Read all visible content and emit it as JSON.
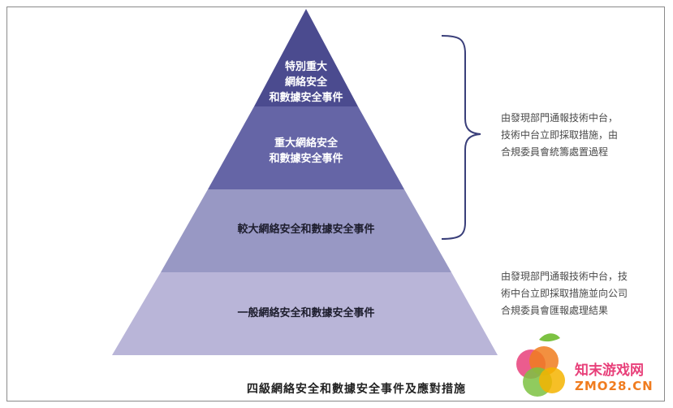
{
  "diagram": {
    "tiers": [
      {
        "label": "特別重大\n網絡安全\n和數據安全事件",
        "color": "#4b4b8f",
        "text_color": "#ffffff"
      },
      {
        "label": "重大網絡安全\n和數據安全事件",
        "color": "#6565a6",
        "text_color": "#ffffff"
      },
      {
        "label": "較大網絡安全和數據安全事件",
        "color": "#9898c4",
        "text_color": "#1e1e2e"
      },
      {
        "label": "一般網絡安全和數據安全事件",
        "color": "#b9b5d8",
        "text_color": "#1e1e2e"
      }
    ],
    "bracket_color": "#3a3f7a",
    "notes": [
      {
        "text": "由發現部門通報技術中台，\n技術中台立即採取措施，由\n合規委員會統籌處置過程"
      },
      {
        "text": "由發現部門通報技術中台，技\n術中台立即採取措施並向公司\n合規委員會匯報處理結果"
      }
    ],
    "caption": "四級網絡安全和數據安全事件及應對措施"
  },
  "watermark": {
    "text": "知末游戏网",
    "url": "ZMO28.CN",
    "colors": [
      "#e8407a",
      "#f07c1f",
      "#7cc242",
      "#f5b400"
    ]
  }
}
